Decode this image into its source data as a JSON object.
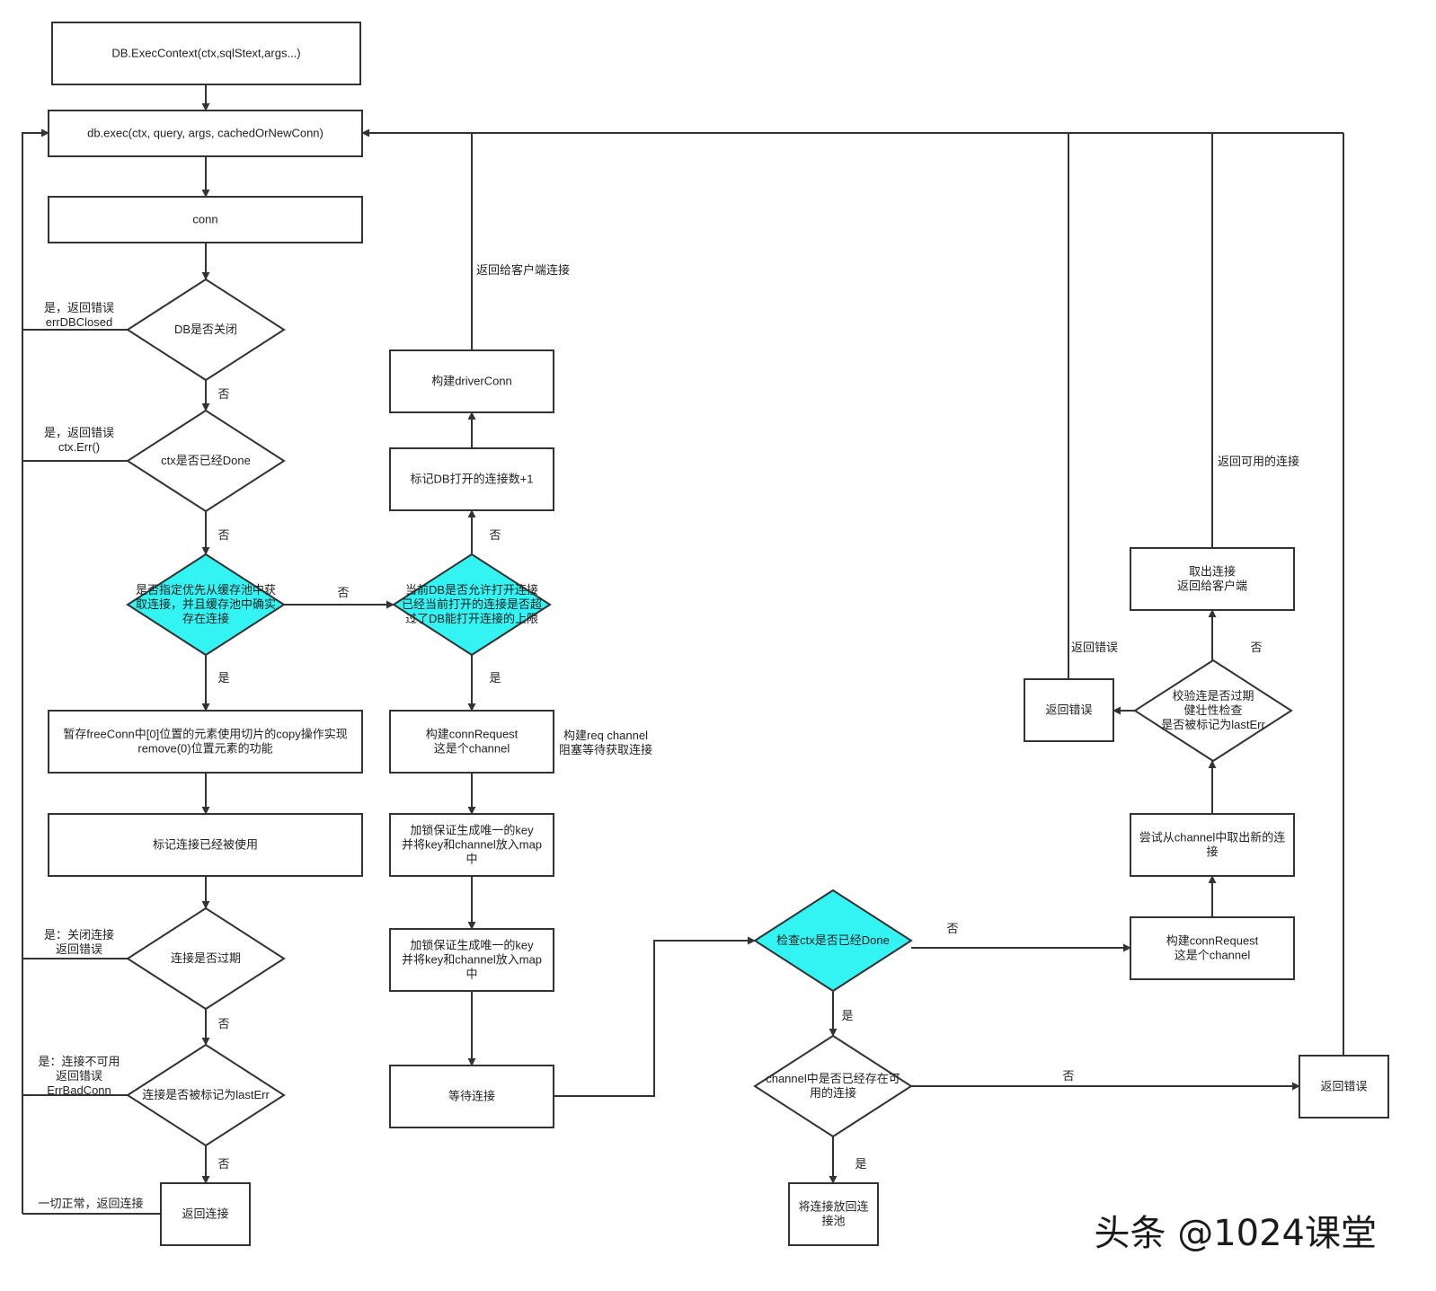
{
  "colors": {
    "stroke": "#333333",
    "highlight": "#33f3f3",
    "text": "#222222",
    "background": "#ffffff"
  },
  "nodes": [
    {
      "id": "exec_context",
      "shape": "rect",
      "lines": [
        "DB.ExecContext(ctx,sqlStext,args...)"
      ]
    },
    {
      "id": "db_exec",
      "shape": "rect",
      "lines": [
        "db.exec(ctx, query, args, cachedOrNewConn)"
      ]
    },
    {
      "id": "conn",
      "shape": "rect",
      "lines": [
        "conn"
      ]
    },
    {
      "id": "db_closed",
      "shape": "diamond",
      "lines": [
        "DB是否关闭"
      ]
    },
    {
      "id": "ctx_done",
      "shape": "diamond",
      "lines": [
        "ctx是否已经Done"
      ]
    },
    {
      "id": "cache_check",
      "shape": "diamond",
      "highlight": true,
      "lines": [
        "是否指定优先从缓存池中获",
        "取连接，并且缓存池中确实",
        "存在连接"
      ]
    },
    {
      "id": "temp_free",
      "shape": "rect",
      "lines": [
        "暂存freeConn中[0]位置的元素使用切片的copy操作实现",
        "remove(0)位置元素的功能"
      ]
    },
    {
      "id": "mark_used",
      "shape": "rect",
      "lines": [
        "标记连接已经被使用"
      ]
    },
    {
      "id": "expired",
      "shape": "diamond",
      "lines": [
        "连接是否过期"
      ]
    },
    {
      "id": "lasterr",
      "shape": "diamond",
      "lines": [
        "连接是否被标记为lastErr"
      ]
    },
    {
      "id": "return_conn",
      "shape": "rect",
      "lines": [
        "返回连接"
      ]
    },
    {
      "id": "allow_open",
      "shape": "diamond",
      "highlight": true,
      "lines": [
        "当前DB是否允许打开连接",
        "已经当前打开的连接是否超",
        "过了DB能打开连接的上限"
      ]
    },
    {
      "id": "mark_open",
      "shape": "rect",
      "lines": [
        "标记DB打开的连接数+1"
      ]
    },
    {
      "id": "build_driver",
      "shape": "rect",
      "lines": [
        "构建driverConn"
      ]
    },
    {
      "id": "build_req",
      "shape": "rect",
      "lines": [
        "构建connRequest",
        "这是个channel"
      ]
    },
    {
      "id": "lock_key1",
      "shape": "rect",
      "lines": [
        "加锁保证生成唯一的key",
        "并将key和channel放入map",
        "中"
      ]
    },
    {
      "id": "lock_key2",
      "shape": "rect",
      "lines": [
        "加锁保证生成唯一的key",
        "并将key和channel放入map",
        "中"
      ]
    },
    {
      "id": "wait_conn",
      "shape": "rect",
      "lines": [
        "等待连接"
      ]
    },
    {
      "id": "check_ctx",
      "shape": "diamond",
      "highlight": true,
      "lines": [
        "检查ctx是否已经Done"
      ]
    },
    {
      "id": "chan_exist",
      "shape": "diamond",
      "lines": [
        "channel中是否已经存在可",
        "用的连接"
      ]
    },
    {
      "id": "put_back",
      "shape": "rect",
      "lines": [
        "将连接放回连",
        "接池"
      ]
    },
    {
      "id": "build_req2",
      "shape": "rect",
      "lines": [
        "构建connRequest",
        "这是个channel"
      ]
    },
    {
      "id": "try_take",
      "shape": "rect",
      "lines": [
        "尝试从channel中取出新的连",
        "接"
      ]
    },
    {
      "id": "validate",
      "shape": "diamond",
      "lines": [
        "校验连是否过期",
        "健壮性检查",
        "是否被标记为lastErr"
      ]
    },
    {
      "id": "return_err_mid",
      "shape": "rect",
      "lines": [
        "返回错误"
      ]
    },
    {
      "id": "take_out",
      "shape": "rect",
      "lines": [
        "取出连接",
        "返回给客户端"
      ]
    },
    {
      "id": "return_err_right",
      "shape": "rect",
      "lines": [
        "返回错误"
      ]
    }
  ],
  "edge_labels": [
    {
      "id": "closed_yes",
      "lines": [
        "是，返回错误",
        "errDBClosed"
      ]
    },
    {
      "id": "closed_no",
      "lines": [
        "否"
      ]
    },
    {
      "id": "ctx_yes",
      "lines": [
        "是，返回错误",
        "ctx.Err()"
      ]
    },
    {
      "id": "ctx_no",
      "lines": [
        "否"
      ]
    },
    {
      "id": "cache_no",
      "lines": [
        "否"
      ]
    },
    {
      "id": "cache_yes",
      "lines": [
        "是"
      ]
    },
    {
      "id": "expired_yes",
      "lines": [
        "是：关闭连接",
        "返回错误"
      ]
    },
    {
      "id": "expired_no",
      "lines": [
        "否"
      ]
    },
    {
      "id": "lasterr_yes",
      "lines": [
        "是：连接不可用",
        "返回错误",
        "ErrBadConn"
      ]
    },
    {
      "id": "lasterr_no",
      "lines": [
        "否"
      ]
    },
    {
      "id": "all_ok",
      "lines": [
        "一切正常，返回连接"
      ]
    },
    {
      "id": "allow_no",
      "lines": [
        "否"
      ]
    },
    {
      "id": "allow_yes",
      "lines": [
        "是"
      ]
    },
    {
      "id": "return_client",
      "lines": [
        "返回给客户端连接"
      ]
    },
    {
      "id": "req_note",
      "lines": [
        "构建req channel",
        "阻塞等待获取连接"
      ]
    },
    {
      "id": "checkctx_no",
      "lines": [
        "否"
      ]
    },
    {
      "id": "checkctx_yes",
      "lines": [
        "是"
      ]
    },
    {
      "id": "chan_no",
      "lines": [
        "否"
      ]
    },
    {
      "id": "chan_yes",
      "lines": [
        "是"
      ]
    },
    {
      "id": "validate_no",
      "lines": [
        "否"
      ]
    },
    {
      "id": "return_usable",
      "lines": [
        "返回可用的连接"
      ]
    },
    {
      "id": "mid_err_label",
      "lines": [
        "返回错误"
      ]
    }
  ],
  "watermark": "头条 @1024课堂"
}
